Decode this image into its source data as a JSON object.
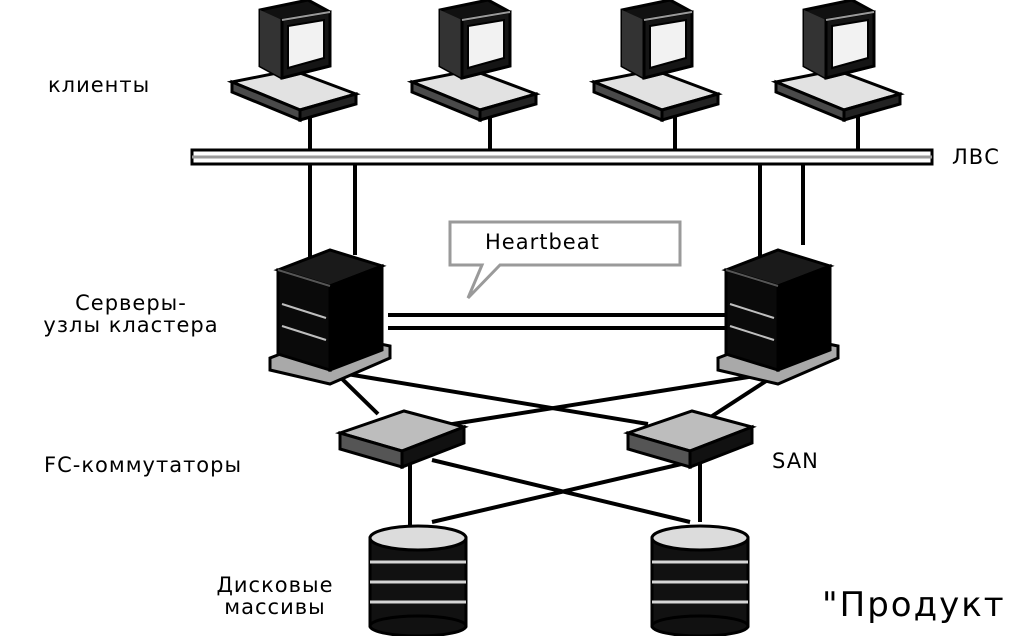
{
  "labels": {
    "clients": "клиенты",
    "lan": "ЛВС",
    "heartbeat": "Heartbeat",
    "servers_line1": "Серверы-",
    "servers_line2": "узлы кластера",
    "fc_switches": "FC-коммутаторы",
    "san": "SAN",
    "disks_line1": "Дисковые",
    "disks_line2": "массивы",
    "caption": "\"Продукт"
  },
  "icons": {
    "client": "desktop-computer-icon",
    "server": "tower-server-icon",
    "switch": "fc-switch-icon",
    "disk": "disk-array-icon"
  }
}
